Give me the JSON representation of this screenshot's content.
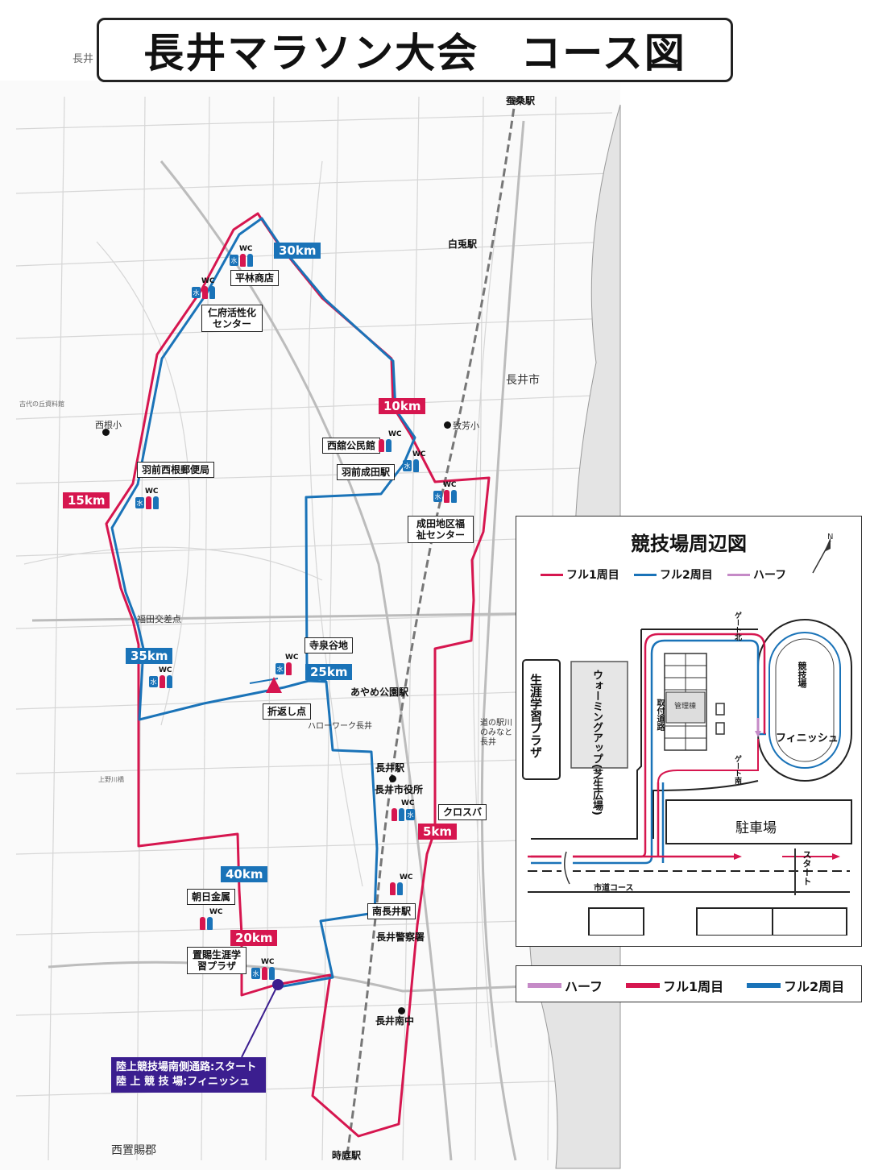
{
  "header": {
    "title": "長井マラソン大会　コース図",
    "prefix": "長井"
  },
  "colors": {
    "lap1": "#d6164f",
    "lap2": "#1a73b8",
    "half": "#c58ac7",
    "start_box": "#3b1e8f"
  },
  "distance_markers": [
    {
      "label": "30km",
      "color": "blue"
    },
    {
      "label": "10km",
      "color": "red"
    },
    {
      "label": "15km",
      "color": "red"
    },
    {
      "label": "35km",
      "color": "blue"
    },
    {
      "label": "25km",
      "color": "blue"
    },
    {
      "label": "5km",
      "color": "red"
    },
    {
      "label": "40km",
      "color": "blue"
    },
    {
      "label": "20km",
      "color": "red"
    }
  ],
  "aid_stations": [
    {
      "name": "平林商店"
    },
    {
      "name": "仁府活性化センター"
    },
    {
      "name": "西舘公民館"
    },
    {
      "name": "羽前成田駅"
    },
    {
      "name": "成田地区福祉センター"
    },
    {
      "name": "羽前西根郵便局"
    },
    {
      "name": "寺泉谷地"
    },
    {
      "name": "折返し点"
    },
    {
      "name": "クロスバ"
    },
    {
      "name": "朝日金属"
    },
    {
      "name": "南長井駅"
    },
    {
      "name": "置賜生涯学習プラザ"
    }
  ],
  "facility_label": "WC",
  "water_label": "水",
  "map_labels": {
    "nagai_city": "長井市",
    "shiratai_station": "白兎駅",
    "uzen_narita": "羽前成田駅",
    "ayame_park_station": "あやめ公園駅",
    "nagai_station": "長井駅",
    "city_hall": "長井市役所",
    "police": "長井警察署",
    "minami_middle": "長井南中",
    "tokiniwa_station": "時庭駅",
    "nishine_elem": "西根小",
    "kaiho_elem": "致芳小",
    "fukuda_crossing": "福田交差点",
    "nishiokitama": "西置賜郡",
    "michinoeki": "道の駅川のみなと長井",
    "hello_work": "ハローワーク長井",
    "sanso_station": "蚕桑駅",
    "kodai": "古代の丘資料館",
    "kitazakai": "上野川橋"
  },
  "start_finish": {
    "line1": "陸上競技場南側通路:スタート",
    "line2": "陸 上 競 技 場:フィニッシュ"
  },
  "inset": {
    "title": "競技場周辺図",
    "legend": [
      {
        "label": "フル1周目",
        "color": "#d6164f"
      },
      {
        "label": "フル2周目",
        "color": "#1a73b8"
      },
      {
        "label": "ハーフ",
        "color": "#c58ac7"
      }
    ],
    "plaza": "生涯学習プラザ",
    "warmup": "ウォーミングアップ(芝生広場)",
    "admin": "管理棟",
    "access_road": "取付道路",
    "stadium": "競技場",
    "finish": "フィニッシュ",
    "parking": "駐車場",
    "start": "スタート",
    "city_road": "市道コース",
    "gate_north": "ゲート北",
    "gate_south": "ゲート南"
  },
  "bottom_legend": [
    {
      "label": "ハーフ",
      "color": "#c58ac7"
    },
    {
      "label": "フル1周目",
      "color": "#d6164f"
    },
    {
      "label": "フル2周目",
      "color": "#1a73b8"
    }
  ]
}
